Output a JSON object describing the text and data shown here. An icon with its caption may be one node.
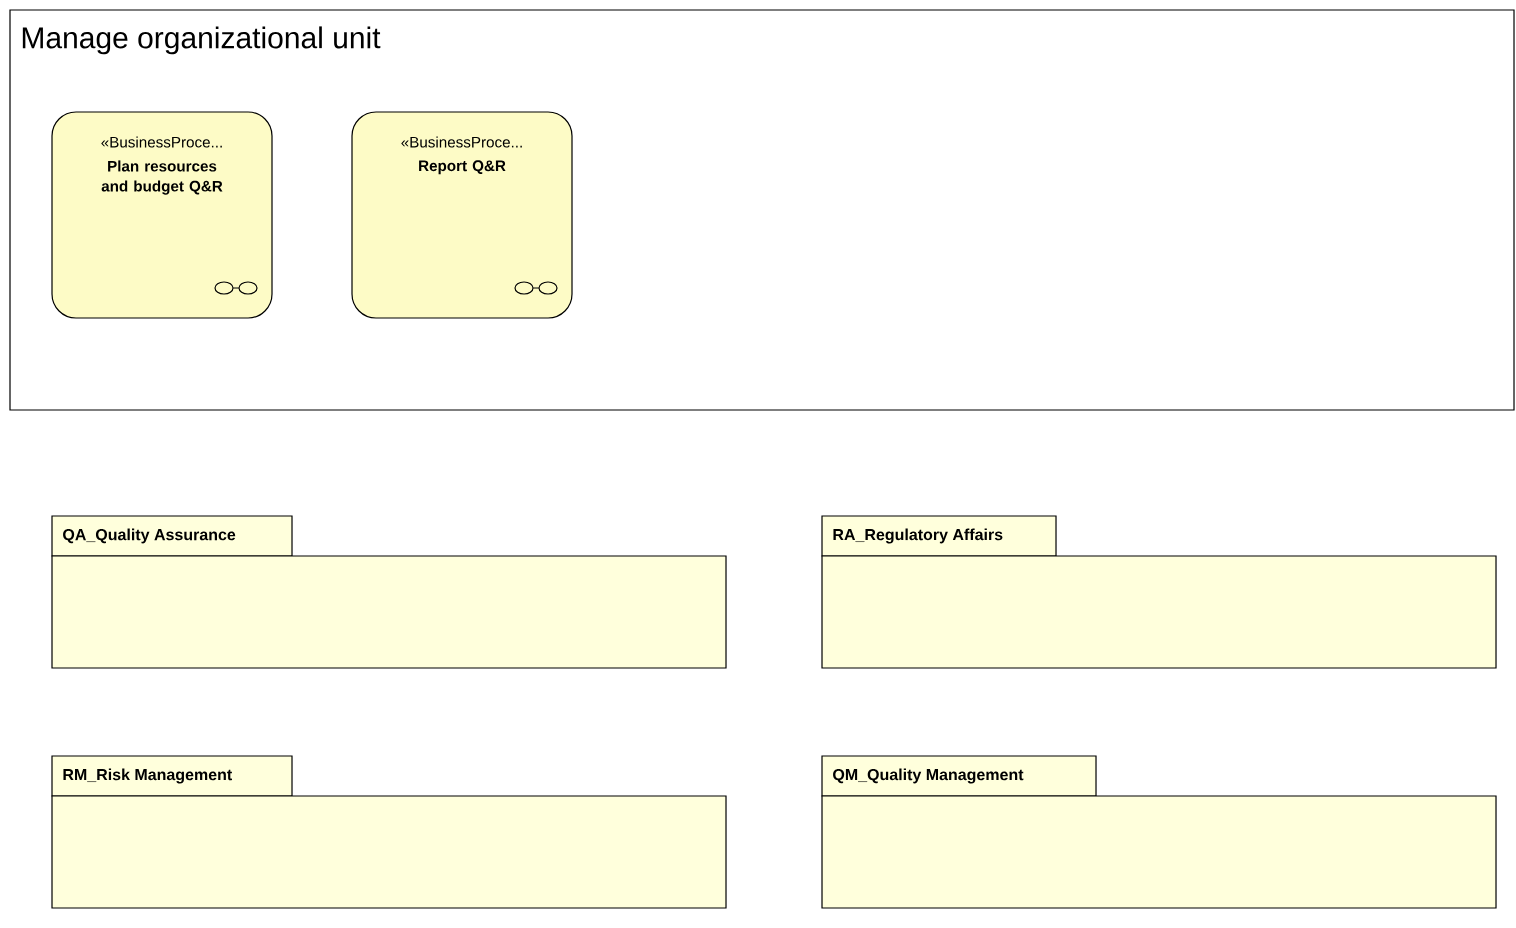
{
  "diagram": {
    "nodes": [
      {
        "text": [
          "Manage organizational unit"
        ]
      },
      {
        "text": [
          "«BusinessProce...",
          "Plan resources and budget Q&R"
        ],
        "in": 0
      },
      {
        "text": [
          "«BusinessProce...",
          "Report Q&R"
        ],
        "in": 0
      },
      {
        "text": [
          "QA_Quality Assurance"
        ]
      },
      {
        "text": [
          "RA_Regulatory Affairs"
        ]
      },
      {
        "text": [
          "RM_Risk Management"
        ]
      },
      {
        "text": [
          "QM_Quality Management"
        ]
      }
    ]
  }
}
